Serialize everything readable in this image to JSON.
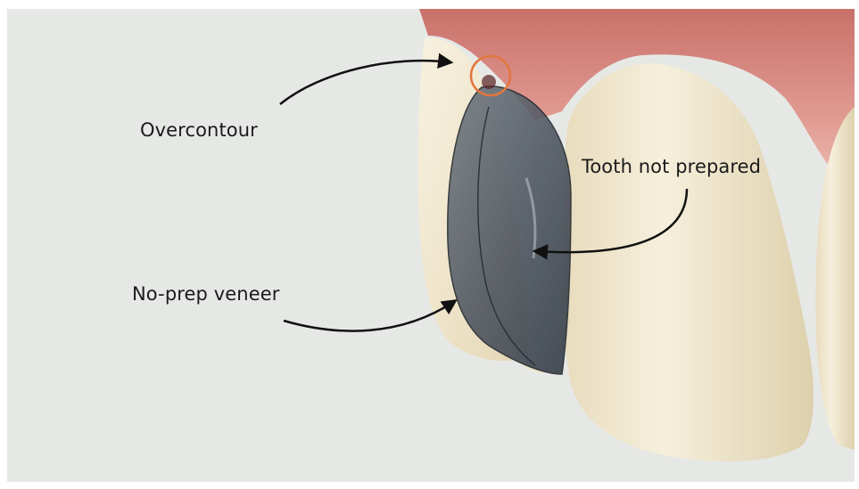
{
  "labels": {
    "overcontour": "Overcontour",
    "tooth_not_prepared": "Tooth not prepared",
    "no_prep_veneer": "No-prep veneer"
  },
  "colors": {
    "background": "#e6e8e6",
    "gingiva": "#d9877e",
    "enamel": "#efe6cf",
    "veneer_overlay": "#3f4a55",
    "highlight_circle": "#e2763f",
    "text": "#1a1a1a"
  }
}
